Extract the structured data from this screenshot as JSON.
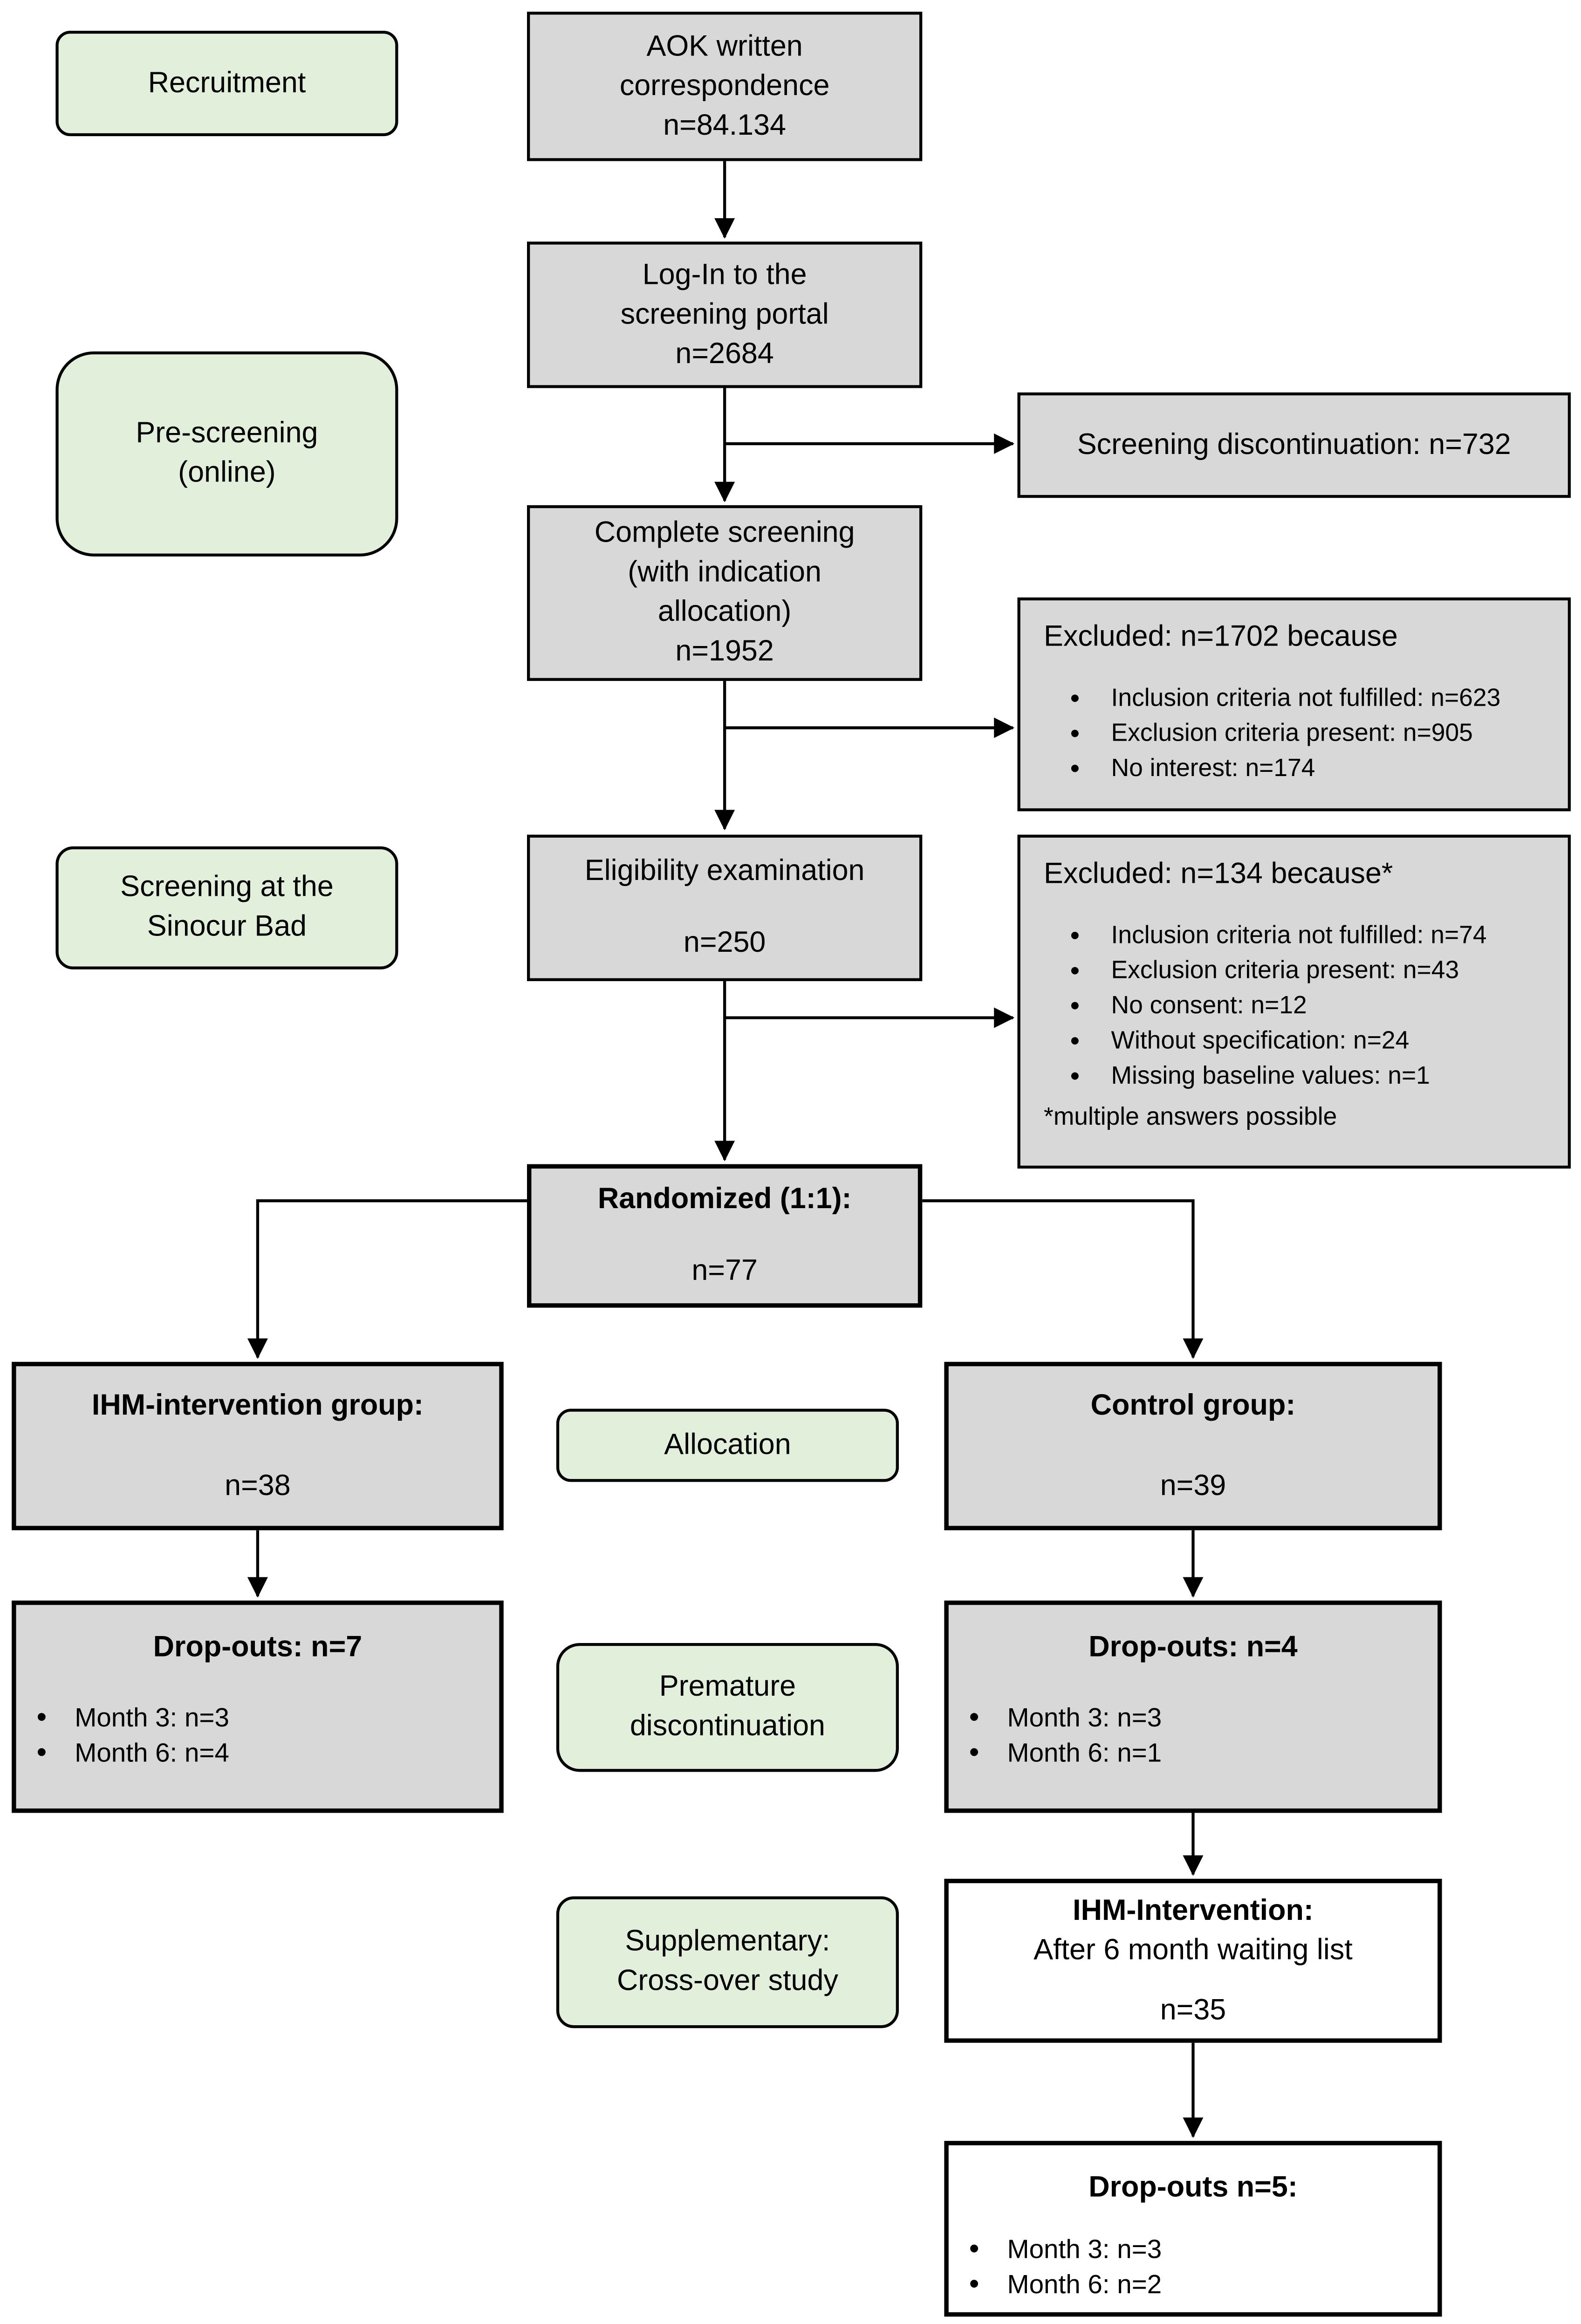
{
  "figure": {
    "type": "study-flow-diagram",
    "colors": {
      "box_fill_gray": "#d8d8d8",
      "box_fill_green": "#e2efda",
      "box_fill_white": "#ffffff",
      "border": "#000000",
      "arrow": "#000000",
      "text": "#000000"
    }
  },
  "stages": {
    "recruitment": {
      "label": "Recruitment"
    },
    "prescreening": {
      "line1": "Pre-screening",
      "line2": "(online)"
    },
    "screening_site": {
      "line1": "Screening at the",
      "line2": "Sinocur Bad"
    },
    "allocation": {
      "label": "Allocation"
    },
    "premature": {
      "line1": "Premature",
      "line2": "discontinuation"
    },
    "supplementary": {
      "line1": "Supplementary:",
      "line2": "Cross-over study"
    }
  },
  "flow": {
    "aok": {
      "line1": "AOK written",
      "line2": "correspondence",
      "line3": "n=84.134"
    },
    "login": {
      "line1": "Log-In to the",
      "line2": "screening portal",
      "line3": "n=2684"
    },
    "discontinuation": {
      "label": "Screening discontinuation: n=732"
    },
    "complete": {
      "line1": "Complete screening",
      "line2": "(with indication",
      "line3": "allocation)",
      "line4": "n=1952"
    },
    "excluded_prescreening": {
      "header": "Excluded: n=1702 because",
      "bullets": [
        "Inclusion criteria not fulfilled: n=623",
        "Exclusion criteria present: n=905",
        "No interest: n=174"
      ]
    },
    "eligibility": {
      "title": "Eligibility examination",
      "n": "n=250"
    },
    "excluded_eligibility": {
      "header": "Excluded: n=134 because*",
      "bullets": [
        "Inclusion criteria not fulfilled: n=74",
        "Exclusion criteria present: n=43",
        "No consent: n=12",
        "Without specification: n=24",
        "Missing baseline values: n=1"
      ],
      "footnote": "*multiple answers possible"
    },
    "randomized": {
      "title": "Randomized (1:1):",
      "n": "n=77"
    },
    "ihm_group": {
      "title": "IHM-intervention group:",
      "n": "n=38"
    },
    "control_group": {
      "title": "Control group:",
      "n": "n=39"
    },
    "dropouts_ihm": {
      "title": "Drop-outs: n=7",
      "bullets": [
        "Month 3: n=3",
        "Month 6: n=4"
      ]
    },
    "dropouts_control": {
      "title": "Drop-outs: n=4",
      "bullets": [
        "Month 3: n=3",
        "Month 6: n=1"
      ]
    },
    "crossover": {
      "title": "IHM-Intervention:",
      "subtitle": "After 6 month waiting list",
      "n": "n=35"
    },
    "dropouts_crossover": {
      "title": "Drop-outs n=5:",
      "bullets": [
        "Month 3: n=3",
        "Month 6: n=2"
      ]
    }
  }
}
